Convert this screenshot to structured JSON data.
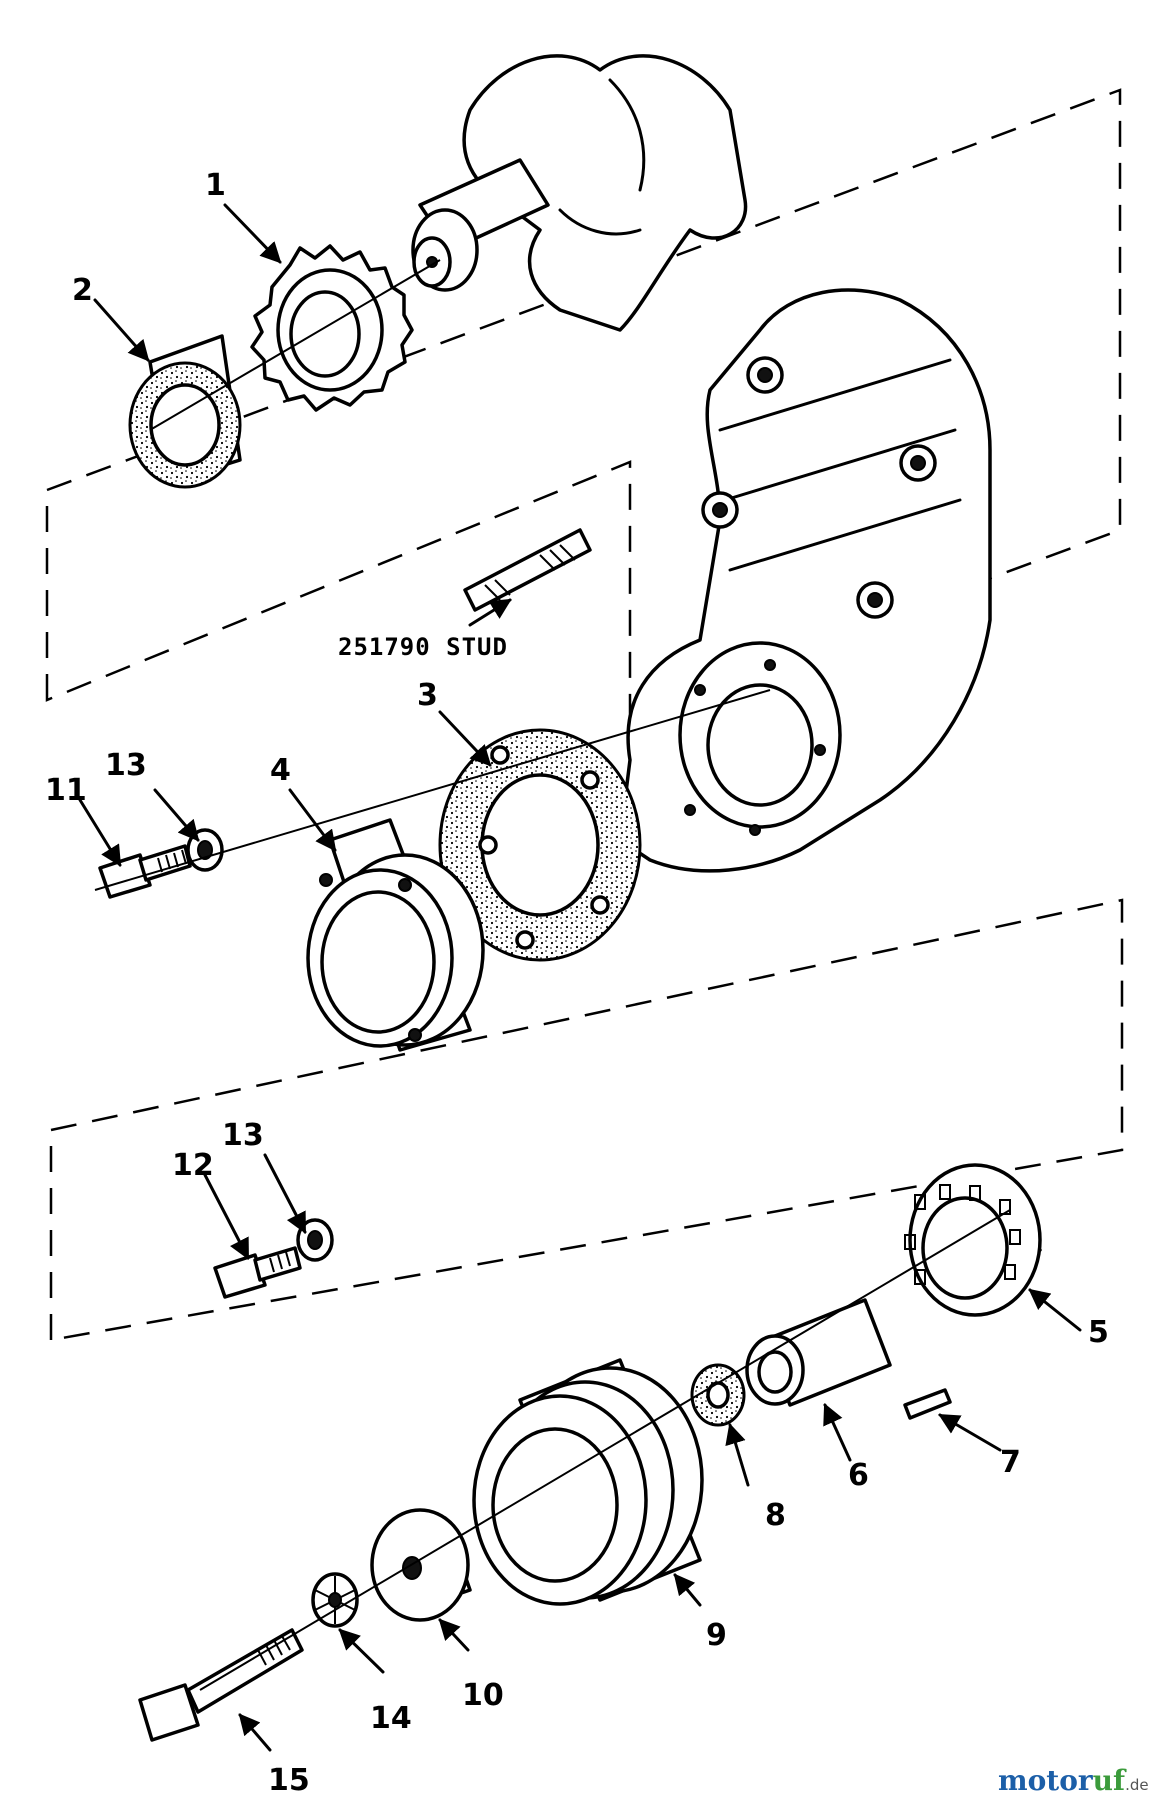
{
  "callouts": [
    {
      "id": "1",
      "label": "1"
    },
    {
      "id": "2",
      "label": "2"
    },
    {
      "id": "3",
      "label": "3"
    },
    {
      "id": "4",
      "label": "4"
    },
    {
      "id": "5",
      "label": "5"
    },
    {
      "id": "6",
      "label": "6"
    },
    {
      "id": "7",
      "label": "7"
    },
    {
      "id": "8",
      "label": "8"
    },
    {
      "id": "9",
      "label": "9"
    },
    {
      "id": "10",
      "label": "10"
    },
    {
      "id": "11",
      "label": "11"
    },
    {
      "id": "12",
      "label": "12"
    },
    {
      "id": "13a",
      "label": "13"
    },
    {
      "id": "13b",
      "label": "13"
    },
    {
      "id": "14",
      "label": "14"
    },
    {
      "id": "15",
      "label": "15"
    }
  ],
  "stud_label": "251790 STUD",
  "watermark": {
    "main_blue": "motor",
    "main_green": "uf",
    "suffix": ".de"
  }
}
